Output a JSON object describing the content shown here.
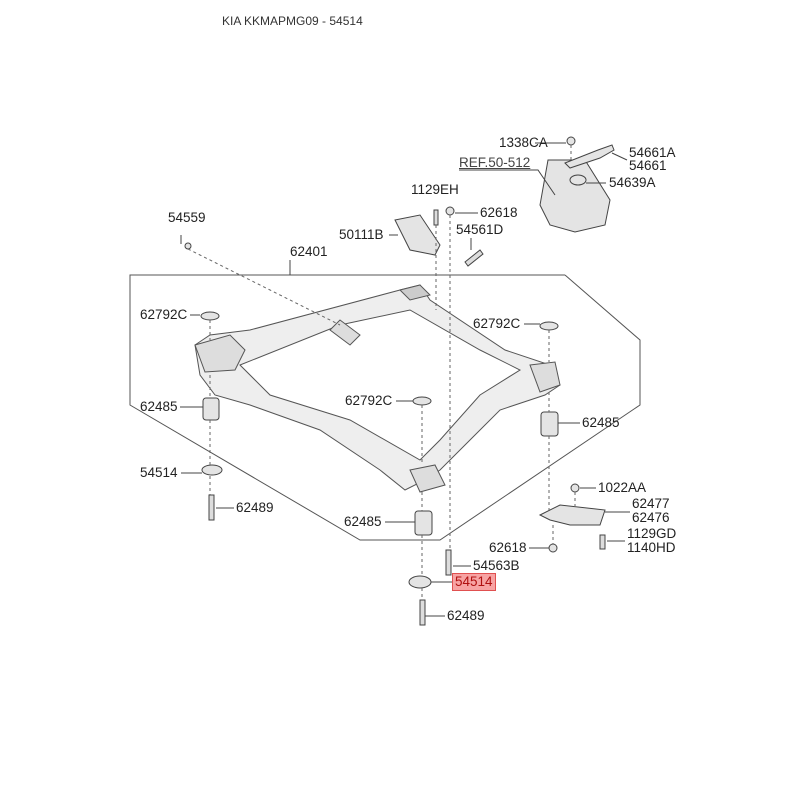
{
  "title": "KIA KKMAPMG09 - 54514",
  "highlight_color": "#f7a3a3",
  "labels": {
    "l1338CA": "1338CA",
    "l54661A": "54661A",
    "l54661": "54661",
    "ref": "REF.50-512",
    "l54639A": "54639A",
    "l1129EH": "1129EH",
    "l62618a": "62618",
    "l54559": "54559",
    "l50111B": "50111B",
    "l54561D": "54561D",
    "l62401": "62401",
    "l62792Ca": "62792C",
    "l62792Cb": "62792C",
    "l62792Cc": "62792C",
    "l62485a": "62485",
    "l62485b": "62485",
    "l62485c": "62485",
    "l54514a": "54514",
    "l1022AA": "1022AA",
    "l62489a": "62489",
    "l62477": "62477",
    "l62476": "62476",
    "l62618b": "62618",
    "l1129GD": "1129GD",
    "l1140HD": "1140HD",
    "l54563B": "54563B",
    "l54514b": "54514",
    "l62489b": "62489"
  }
}
